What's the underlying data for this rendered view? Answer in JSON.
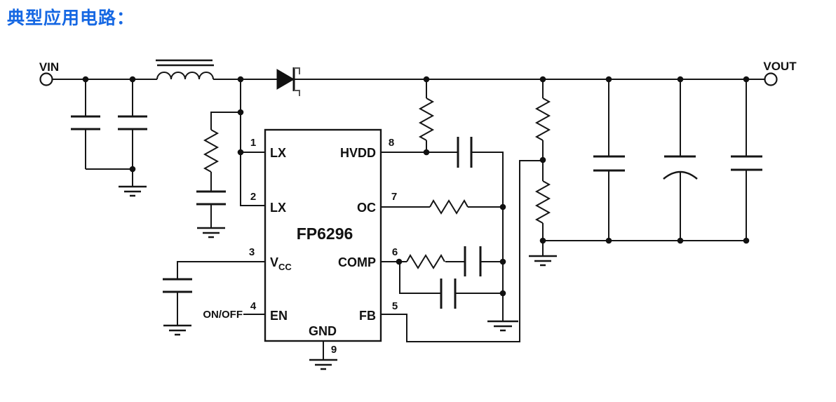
{
  "title": "典型应用电路：",
  "colors": {
    "title_blue": "#1668e3",
    "line": "#151515",
    "background": "#ffffff"
  },
  "terminals": {
    "vin": "VIN",
    "vout": "VOUT"
  },
  "enable_signal": "ON/OFF",
  "ic": {
    "name": "FP6296",
    "pins_left": [
      {
        "num": "1",
        "label": "LX"
      },
      {
        "num": "2",
        "label": "LX"
      },
      {
        "num": "3",
        "label": "V",
        "label_sub": "CC"
      },
      {
        "num": "4",
        "label": "EN"
      }
    ],
    "pins_right": [
      {
        "num": "8",
        "label": "HVDD"
      },
      {
        "num": "7",
        "label": "OC"
      },
      {
        "num": "6",
        "label": "COMP"
      },
      {
        "num": "5",
        "label": "FB"
      }
    ],
    "pin_bottom": {
      "num": "9",
      "label": "GND"
    }
  }
}
